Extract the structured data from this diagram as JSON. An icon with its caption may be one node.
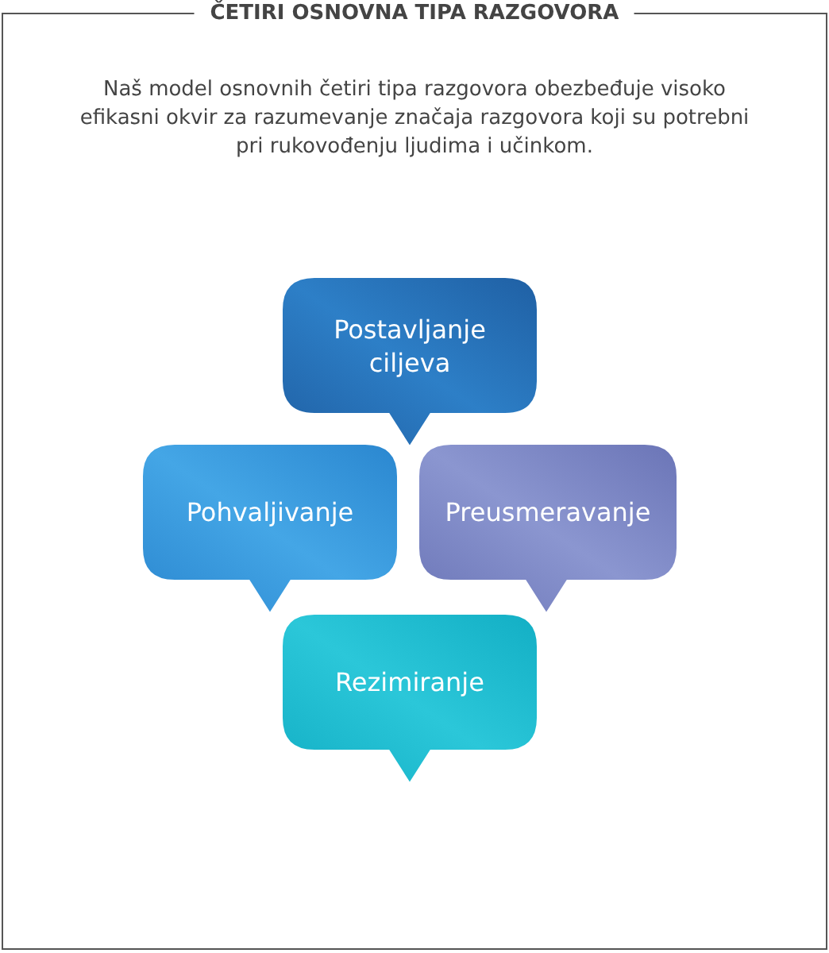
{
  "diagram": {
    "title": "ČETIRI OSNOVNA TIPA RAZGOVORA",
    "nodes": [
      {
        "text": [
          "Postavljanje ciljeva"
        ]
      },
      {
        "text": [
          "Pohvaljivanje"
        ]
      },
      {
        "text": [
          "Preusmeravanje"
        ]
      },
      {
        "text": [
          "Rezimiranje"
        ]
      }
    ],
    "edges": [],
    "labels": [
      "Naš model osnovnih četiri tipa razgovora obezbeđuje visoko efikasni okvir za razumevanje značaja razgovora koji su potrebni pri rukovođenju ljudima i učinkom."
    ]
  }
}
